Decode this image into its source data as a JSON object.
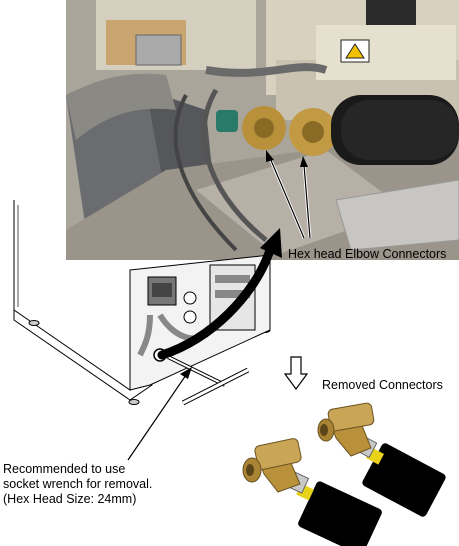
{
  "labels": {
    "hex_head_elbow": "Hex head Elbow Connectors",
    "removed_connectors": "Removed Connectors",
    "wrench_note_line1": "Recommended to use",
    "wrench_note_line2": "socket wrench for removal.",
    "wrench_note_line3": "(Hex Head Size: 24mm)"
  },
  "colors": {
    "brass": "#b8913a",
    "pipe_black": "#1a1a1a",
    "callout_arrow": "#000000",
    "gray_hose": "#6f6f6f",
    "green_fitting": "#2a7a6a",
    "yellow_tape": "#e8d21a"
  },
  "icons": {
    "down_arrow": "hollow-down-arrow-icon",
    "curved_arrow": "curved-callout-arrow-icon"
  }
}
